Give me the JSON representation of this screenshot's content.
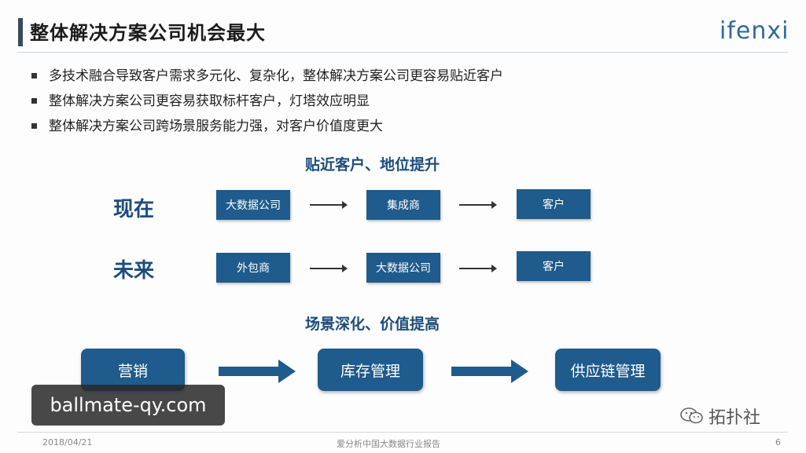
{
  "title": "整体解决方案公司机会最大",
  "logo": "ifenxi",
  "bullets": [
    "多技术融合导致客户需求多元化、复杂化，整体解决方案公司更容易贴近客户",
    "整体解决方案公司更容易获取标杆客户，灯塔效应明显",
    "整体解决方案公司跨场景服务能力强，对客户价值度更大"
  ],
  "section1": "贴近客户、地位提升",
  "rows": [
    {
      "label": "现在",
      "nodes": [
        "大数据公司",
        "集成商",
        "客户"
      ]
    },
    {
      "label": "未来",
      "nodes": [
        "外包商",
        "大数据公司",
        "客户"
      ]
    }
  ],
  "section2": "场景深化、价值提高",
  "flow": [
    "营销",
    "库存管理",
    "供应链管理"
  ],
  "watermark": "ballmate-qy.com",
  "wechat_name": "拓扑社",
  "footer": {
    "date": "2018/04/21",
    "source": "爱分析中国大数据行业报告",
    "page": "6"
  },
  "colors": {
    "accent": "#1f5b8c",
    "heading": "#1d4d7d",
    "logo": "#2f6aa3"
  }
}
